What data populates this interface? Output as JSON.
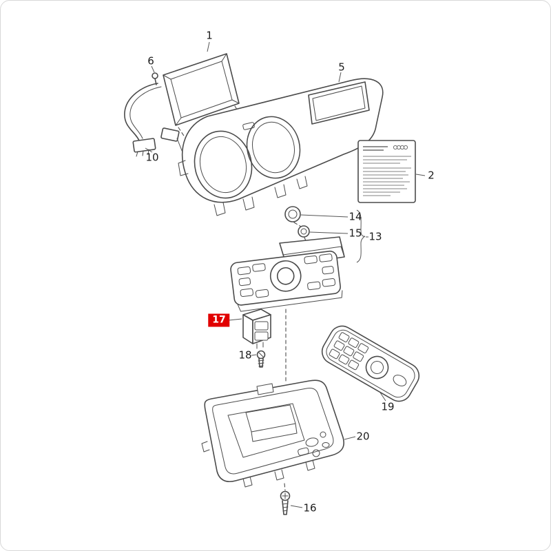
{
  "diagram": {
    "type": "exploded-parts-diagram",
    "subject": "vehicle dashboard and center console components",
    "background": "#ffffff",
    "line_color": "#4a4a4a",
    "highlight": {
      "bg": "#e10000",
      "fg": "#ffffff"
    },
    "labels": {
      "part1": "1",
      "part2": "2",
      "part5": "5",
      "part6": "6",
      "part10": "10",
      "part13": "13",
      "part14": "14",
      "part15": "15",
      "part16": "16",
      "part17": "17",
      "part18": "18",
      "part19": "19",
      "part20": "20"
    },
    "highlighted_part": "17"
  }
}
